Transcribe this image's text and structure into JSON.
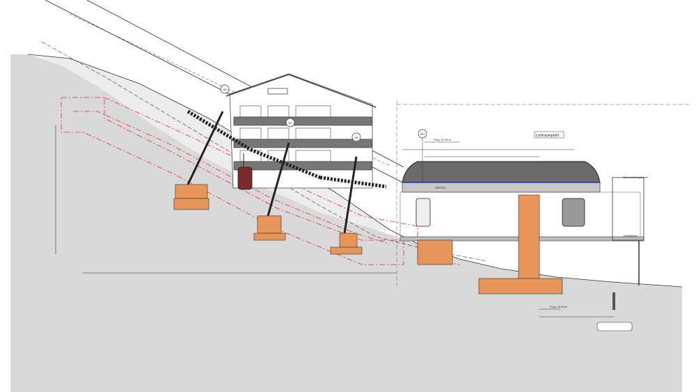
{
  "drawing": {
    "labels": {
      "clearance_profile": "Lichtraumprofil",
      "progressive_top": "Prog. 57.95 m",
      "progressive_bottom": "Prog. 44.95 m",
      "axis_marker": "S97",
      "support_n8": "N8",
      "support_n7": "N7",
      "support_n6": "N6",
      "control_room": "Überwachungsraum",
      "cable_cellar": "Kabelkeller",
      "brand_on_station": "VENTEJ"
    },
    "colors": {
      "terrain": "#d9d9d9",
      "foundation": "#e8955a",
      "excavation_outline": "#e03030",
      "station_roof": "#6b6b6b",
      "station_stripe": "#2233cc"
    }
  }
}
